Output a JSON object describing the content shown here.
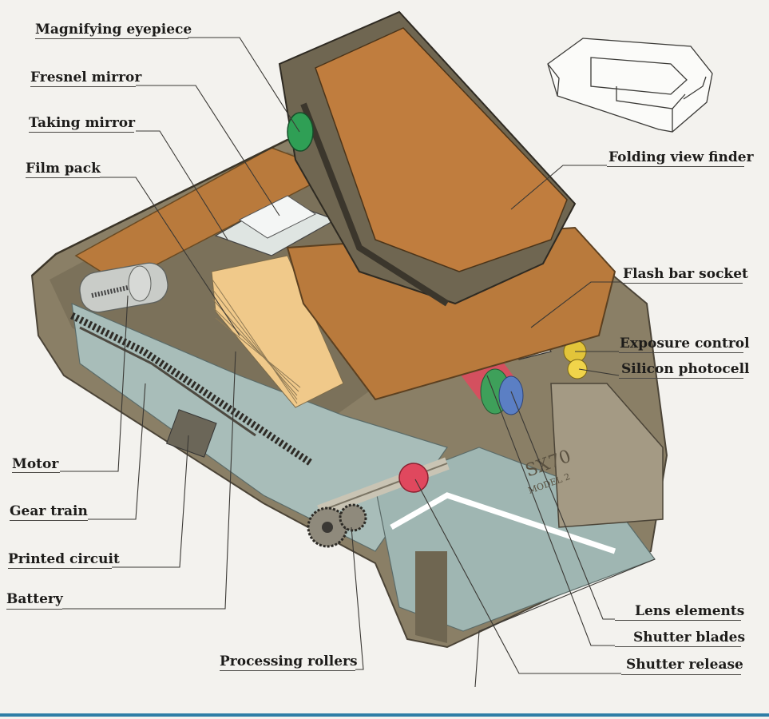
{
  "labels": {
    "magnifying_eyepiece": "Magnifying eyepiece",
    "fresnel_mirror": "Fresnel mirror",
    "taking_mirror": "Taking mirror",
    "film_pack": "Film pack",
    "motor": "Motor",
    "gear_train": "Gear train",
    "printed_circuit": "Printed circuit",
    "battery": "Battery",
    "processing_rollers": "Processing rollers",
    "folding_view_finder": "Folding view finder",
    "flash_bar_socket": "Flash bar socket",
    "exposure_control": "Exposure control",
    "silicon_photocell": "Silicon photocell",
    "lens_elements": "Lens elements",
    "shutter_blades": "Shutter blades",
    "shutter_release": "Shutter release"
  },
  "camera_marking": {
    "model": "SX70",
    "sub": "MODEL 2"
  },
  "colors": {
    "body": "#8a7f66",
    "leather": "#b97a3c",
    "film": "#f0c98a",
    "bay": "#a8bdb9",
    "lens_green": "#3ea05a",
    "lens_blue": "#5b7fc4",
    "shutter_red": "#e0485e",
    "exposure_yellow": "#e2c43a",
    "eyepiece_green": "#2f9f55",
    "accent_rule": "#2e7ea6"
  }
}
